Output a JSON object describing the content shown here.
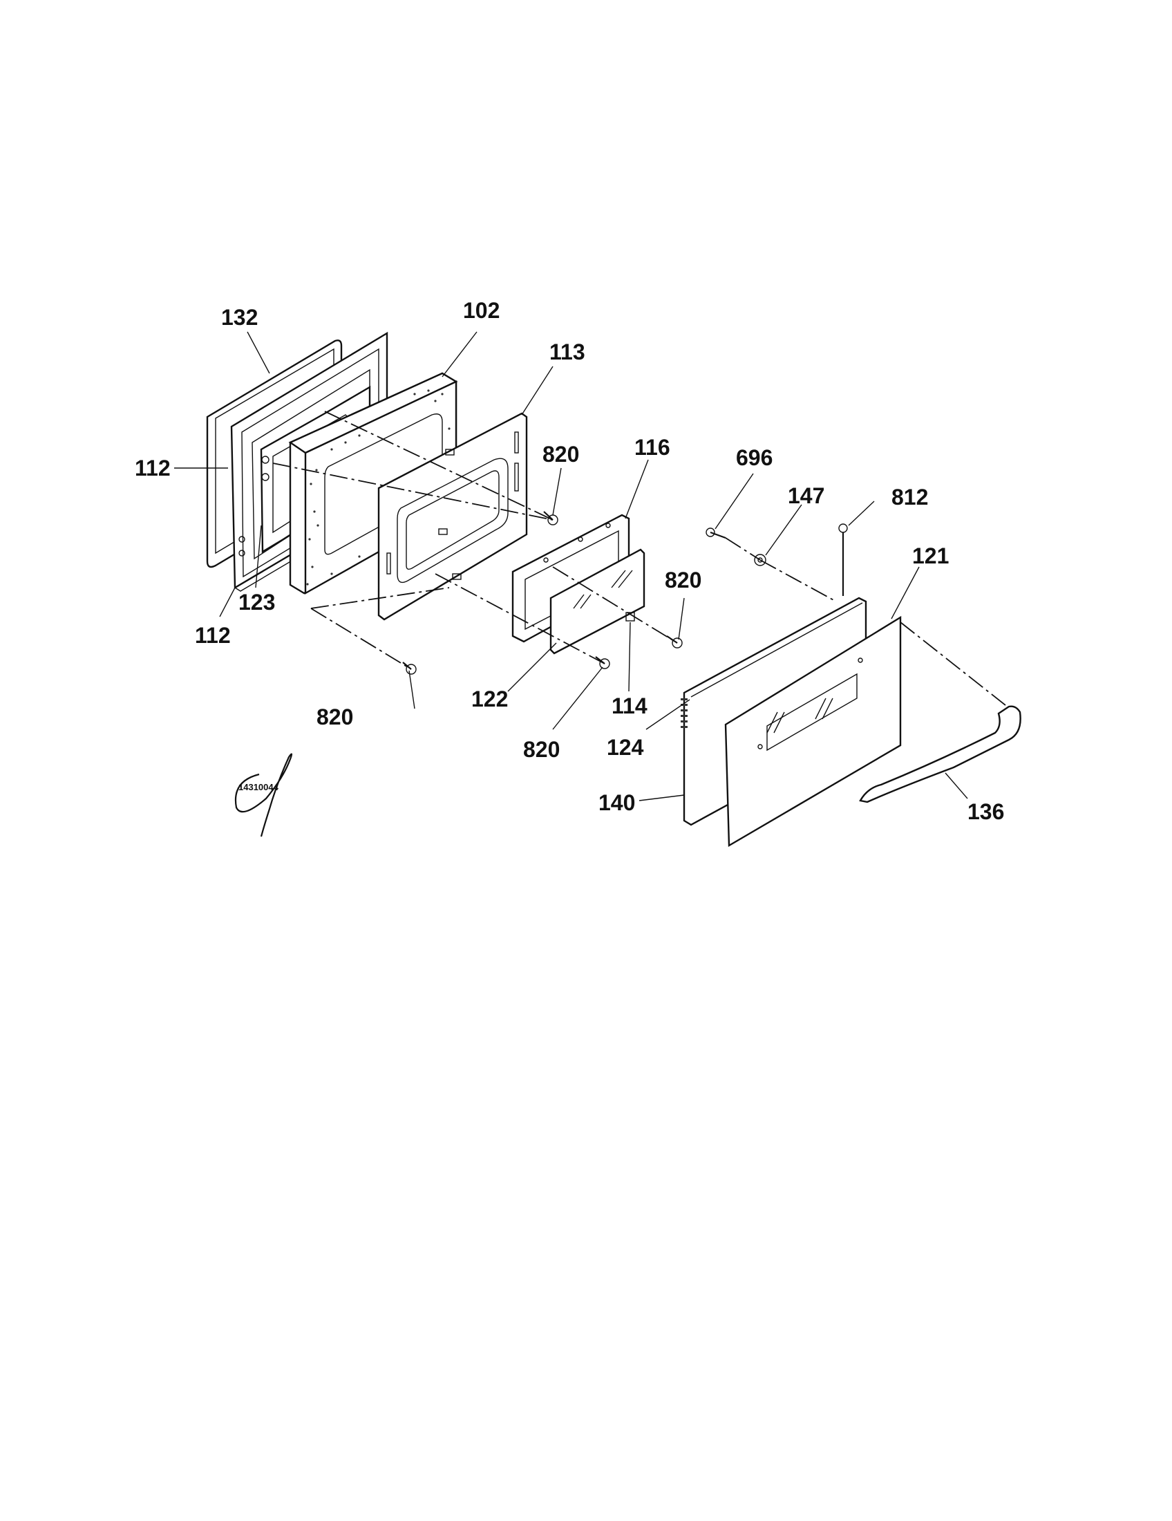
{
  "callouts": {
    "c132": "132",
    "c102": "102",
    "c113": "113",
    "c112a": "112",
    "c112b": "112",
    "c123": "123",
    "c820a": "820",
    "c116": "116",
    "c696": "696",
    "c147": "147",
    "c812": "812",
    "c121": "121",
    "c820b": "820",
    "c820c": "820",
    "c122": "122",
    "c114": "114",
    "c820d": "820",
    "c124": "124",
    "c140": "140",
    "c136": "136"
  },
  "figure_id": "14310044"
}
